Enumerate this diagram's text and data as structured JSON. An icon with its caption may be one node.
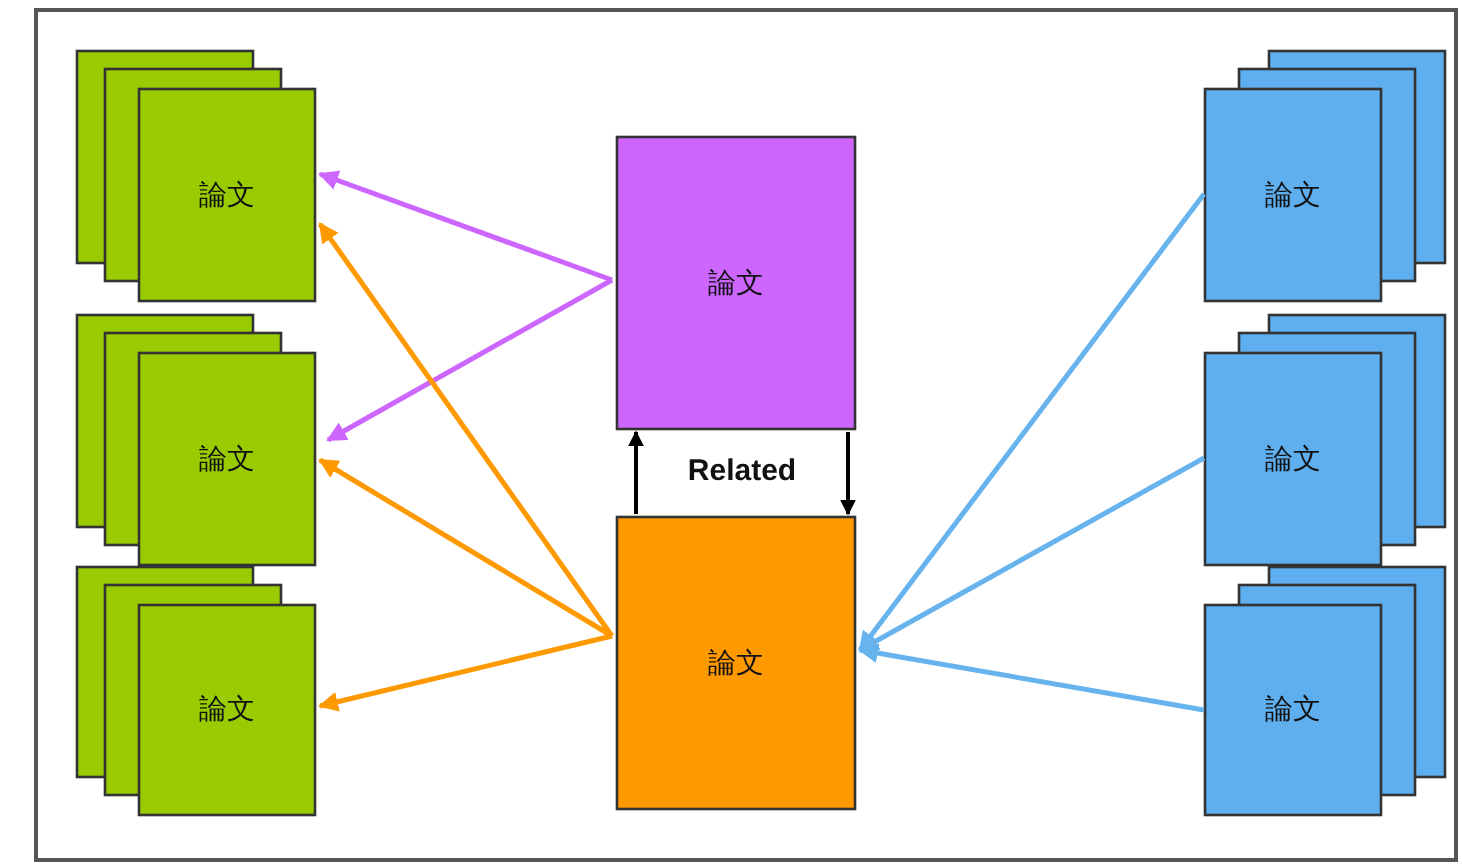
{
  "diagram": {
    "nodes": [
      {
        "text": [
          "論文"
        ]
      },
      {
        "text": [
          "論文"
        ]
      },
      {
        "text": [
          "論文"
        ]
      },
      {
        "text": [
          "論文"
        ]
      },
      {
        "text": [
          "論文"
        ]
      },
      {
        "text": [
          "論文"
        ]
      },
      {
        "text": [
          "論文"
        ]
      },
      {
        "text": [
          "論文"
        ]
      }
    ],
    "edges": [
      {
        "from": 3,
        "to": 0,
        "arrow": "to",
        "color": "#cc66ff"
      },
      {
        "from": 3,
        "to": 1,
        "arrow": "to",
        "color": "#cc66ff"
      },
      {
        "from": 4,
        "to": 0,
        "arrow": "to",
        "color": "#ff9900"
      },
      {
        "from": 4,
        "to": 1,
        "arrow": "to",
        "color": "#ff9900"
      },
      {
        "from": 4,
        "to": 2,
        "arrow": "to",
        "color": "#ff9900"
      },
      {
        "from": 5,
        "to": 4,
        "arrow": "to",
        "color": "#66b3ee"
      },
      {
        "from": 6,
        "to": 4,
        "arrow": "to",
        "color": "#66b3ee"
      },
      {
        "from": 7,
        "to": 4,
        "arrow": "to",
        "color": "#66b3ee"
      },
      {
        "from": 4,
        "to": 3,
        "arrow": "to",
        "color": "#000000"
      },
      {
        "from": 3,
        "to": 4,
        "arrow": "to",
        "color": "#000000"
      }
    ],
    "labels": [
      "Related"
    ]
  }
}
